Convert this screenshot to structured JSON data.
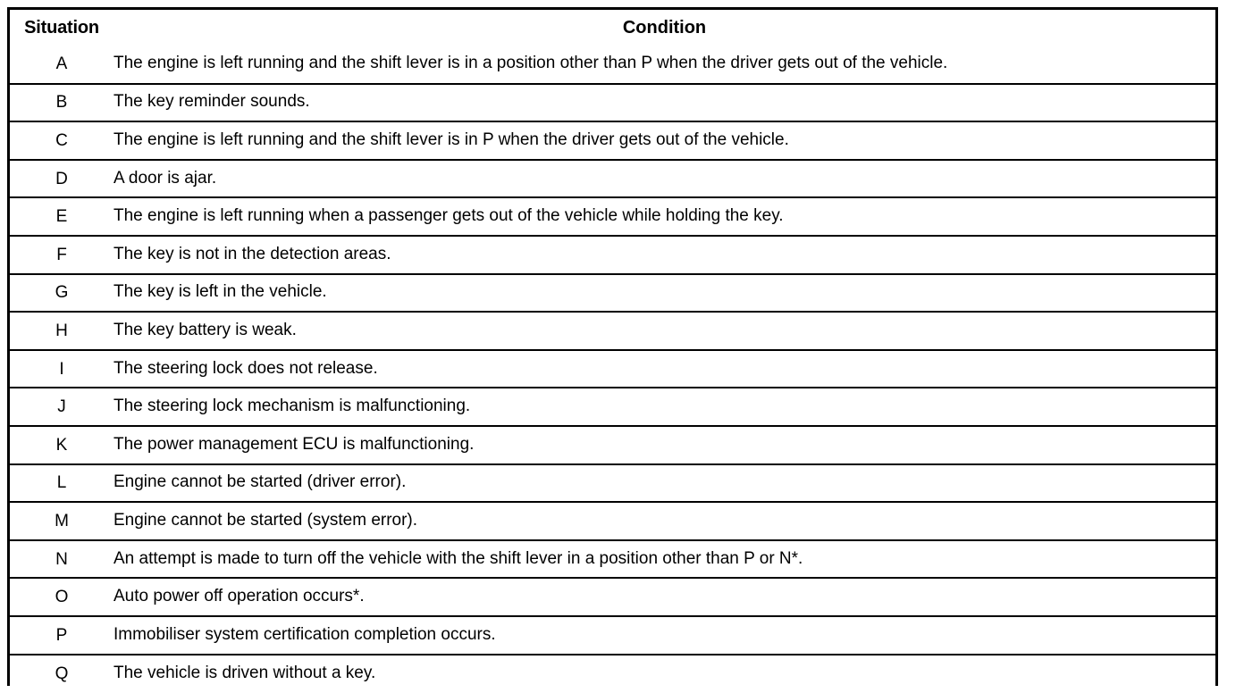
{
  "table": {
    "headers": {
      "situation": "Situation",
      "condition": "Condition"
    },
    "rows": [
      {
        "situation": "A",
        "condition": "The engine is left running and the shift lever is in a position other than P when the driver gets out of the vehicle."
      },
      {
        "situation": "B",
        "condition": "The key reminder sounds."
      },
      {
        "situation": "C",
        "condition": "The engine is left running and the shift lever is in P when the driver gets out of the vehicle."
      },
      {
        "situation": "D",
        "condition": "A door is ajar."
      },
      {
        "situation": "E",
        "condition": "The engine is left running when a passenger gets out of the vehicle while holding the key."
      },
      {
        "situation": "F",
        "condition": "The key is not in the detection areas."
      },
      {
        "situation": "G",
        "condition": "The key is left in the vehicle."
      },
      {
        "situation": "H",
        "condition": "The key battery is weak."
      },
      {
        "situation": "I",
        "condition": "The steering lock does not release."
      },
      {
        "situation": "J",
        "condition": "The steering lock mechanism is malfunctioning."
      },
      {
        "situation": "K",
        "condition": "The power management ECU is malfunctioning."
      },
      {
        "situation": "L",
        "condition": "Engine cannot be started (driver error)."
      },
      {
        "situation": "M",
        "condition": "Engine cannot be started (system error)."
      },
      {
        "situation": "N",
        "condition": "An attempt is made to turn off the vehicle with the shift lever in a position other than P or N*."
      },
      {
        "situation": "O",
        "condition": "Auto power off operation occurs*."
      },
      {
        "situation": "P",
        "condition": "Immobiliser system certification completion occurs."
      },
      {
        "situation": "Q",
        "condition": "The vehicle is driven without a key."
      }
    ]
  },
  "colors": {
    "border": "#000000",
    "text": "#000000",
    "background": "#ffffff"
  }
}
